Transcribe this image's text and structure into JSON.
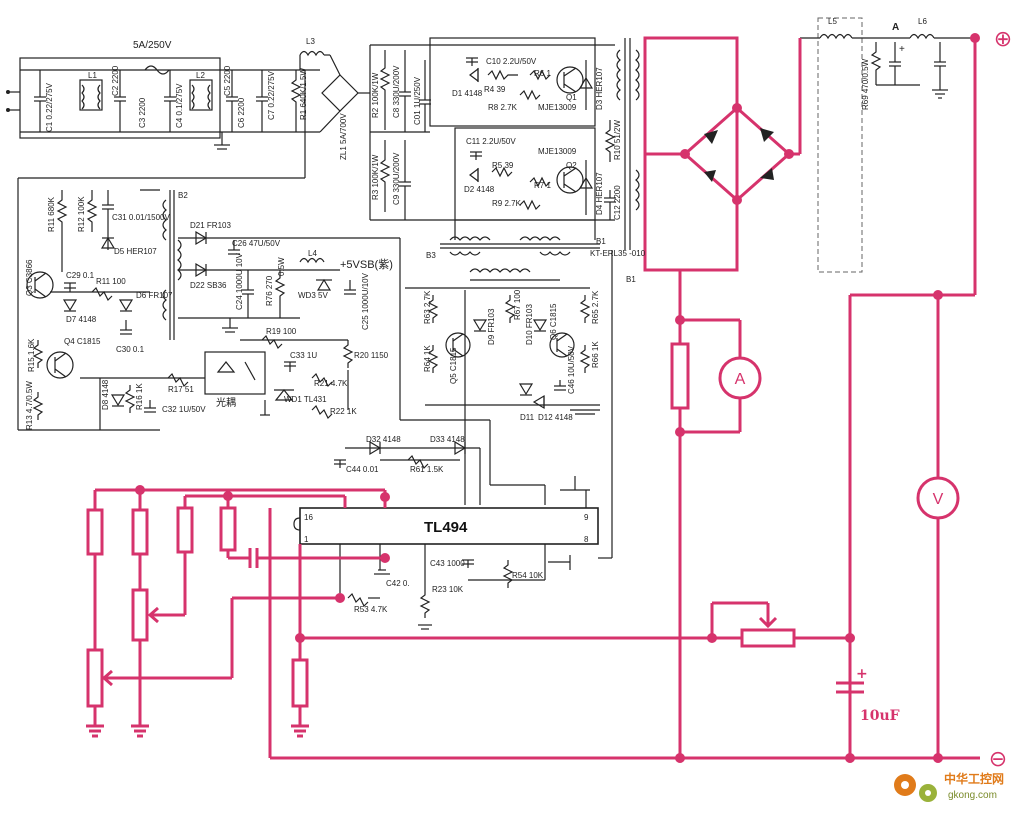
{
  "labels": {
    "fuse": "5A/250V",
    "L1": "L1",
    "L2": "L2",
    "L3": "L3",
    "L4": "L4",
    "L5": "L5",
    "L6": "L6",
    "C1": "C1 0.22/275V",
    "C2": "C2 2200",
    "C3": "C3 2200",
    "C4": "C4 0.1/275V",
    "C5": "C5 2200",
    "C6": "C6 2200",
    "C7": "C7 0.22/275V",
    "R1": "R1 640K/1.5W",
    "ZL1": "ZL1 5A/700V",
    "R2": "R2 100K/1W",
    "R3": "R3 100K/1W",
    "C8": "C8 330U/200V",
    "C9": "C9 330U/200V",
    "C01": "C01 1U/250V",
    "C10": "C10 2.2U/50V",
    "D1": "D1 4148",
    "R4": "R4 39",
    "R6": "R6 1",
    "R8": "R8 2.7K",
    "Q1": "Q1",
    "Q1_part": "MJE13009",
    "D3": "D3 HER107",
    "C11": "C11 2.2U/50V",
    "R5": "R5 39",
    "D2": "D2 4148",
    "R7": "R7 1",
    "R9": "R9 2.7K",
    "Q2": "Q2",
    "Q2_part": "MJE13009",
    "D4": "D4 HER107",
    "R10": "R10 51/2W",
    "C12": "C12 2200",
    "B1": "B1",
    "B1_part": "KT-ERL35 -010",
    "B1b": "B1",
    "B2": "B2",
    "B3": "B3",
    "R11": "R11 680K",
    "R12": "R12 100K",
    "C31": "C31 0.01/1500V",
    "D5": "D5 HER107",
    "D21": "D21 FR103",
    "D22": "D22 SB36",
    "C26": "C26 47U/50V",
    "C24": "C24 1000U 10V",
    "R76": "R76 270",
    "R76b": "0.5W",
    "WD3": "WD3 5V",
    "C25": "C25 1000U/10V",
    "vsb": "+5VSB(紫)",
    "Q3": "Q3 C3866",
    "C29": "C29 0.1",
    "R11b": "R11 100",
    "D6": "D6 FR107",
    "D7": "D7 4148",
    "C30": "C30 0.1",
    "R19": "R19 100",
    "R20": "R20 1150",
    "Q4": "Q4 C1815",
    "R15": "R15 1.6K",
    "D8": "D8 4148",
    "R16": "R16 1K",
    "R13": "R13 4.7/0.5W",
    "C32": "C32 1U/50V",
    "R17": "R17 51",
    "opto": "光耦",
    "C33": "C33 1U",
    "R21": "R21 4.7K",
    "WD1": "WD1 TL431",
    "R22": "R22 1K",
    "R63": "R63 2.7K",
    "R64": "R64 1K",
    "Q5": "Q5 C1815",
    "D9": "D9 FR103",
    "R67": "R67 100",
    "D10": "D10 FR103",
    "Q6": "Q6 C1815",
    "R65": "R65 2.7K",
    "R66": "R66 1K",
    "C46": "C46 10U/50V",
    "D11": "D11",
    "D12": "D12 4148",
    "D32": "D32 4148",
    "D33": "D33 4148",
    "C44": "C44 0.01",
    "R61": "R61 1.5K",
    "ic": "TL494",
    "pin16": "16",
    "pin1": "1",
    "pin9": "9",
    "pin8": "8",
    "C43": "C43 1000",
    "R54": "R54 10K",
    "C42": "C42 0.",
    "R53": "R53 4.7K",
    "R23": "R23 10K",
    "R69": "R69 470/0.5W",
    "A_label": "A",
    "plus": "+",
    "cap_plus": "+",
    "cap_value": "10uF"
  },
  "meters": {
    "ammeter": "A",
    "voltmeter": "V"
  },
  "terminals": {
    "positive": "⊕",
    "negative": "⊖"
  },
  "watermark": {
    "line1": "中华工控网",
    "line2": "gkong.com"
  },
  "colors": {
    "overlay": "#d6336c",
    "ink": "#222222"
  }
}
